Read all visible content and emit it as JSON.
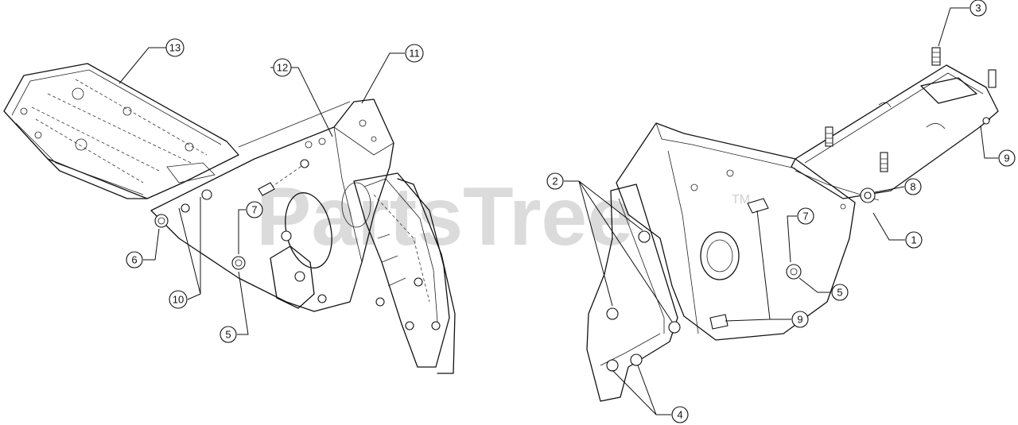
{
  "watermark": {
    "brand": "PartsTree",
    "trademark": "TM"
  },
  "callouts": {
    "left_13": "13",
    "left_12": "12",
    "left_11": "11",
    "left_7": "7",
    "left_6": "6",
    "left_10": "10",
    "left_5": "5",
    "right_3": "3",
    "right_9_top": "9",
    "right_8": "8",
    "right_1": "1",
    "right_7": "7",
    "right_5": "5",
    "right_9_bottom": "9",
    "right_2": "2",
    "right_4": "4"
  }
}
